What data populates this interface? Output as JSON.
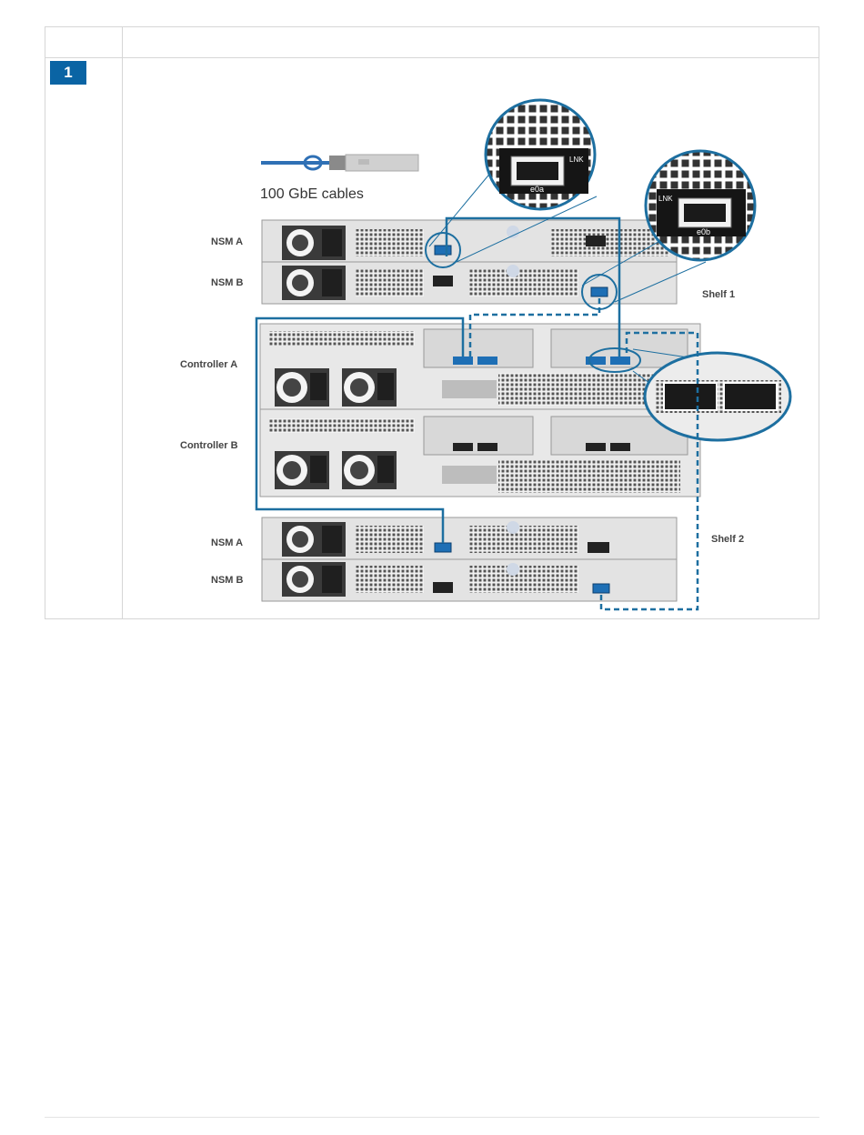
{
  "step": {
    "number": "1"
  },
  "diagram": {
    "cable_label": "100 GbE cables",
    "labels": {
      "nsm_a_top": "NSM A",
      "nsm_b_top": "NSM B",
      "controller_a": "Controller A",
      "controller_b": "Controller B",
      "nsm_a_bottom": "NSM A",
      "nsm_b_bottom": "NSM B",
      "shelf1": "Shelf 1",
      "shelf2": "Shelf 2"
    },
    "callouts": {
      "port_e0a": "e0a",
      "port_e0b": "e0b",
      "lnk_left": "LNK",
      "lnk_right": "LNK"
    },
    "colors": {
      "accent": "#0a64a4",
      "cable": "#1d6fa0",
      "chassis": "#dcdcdc"
    }
  }
}
